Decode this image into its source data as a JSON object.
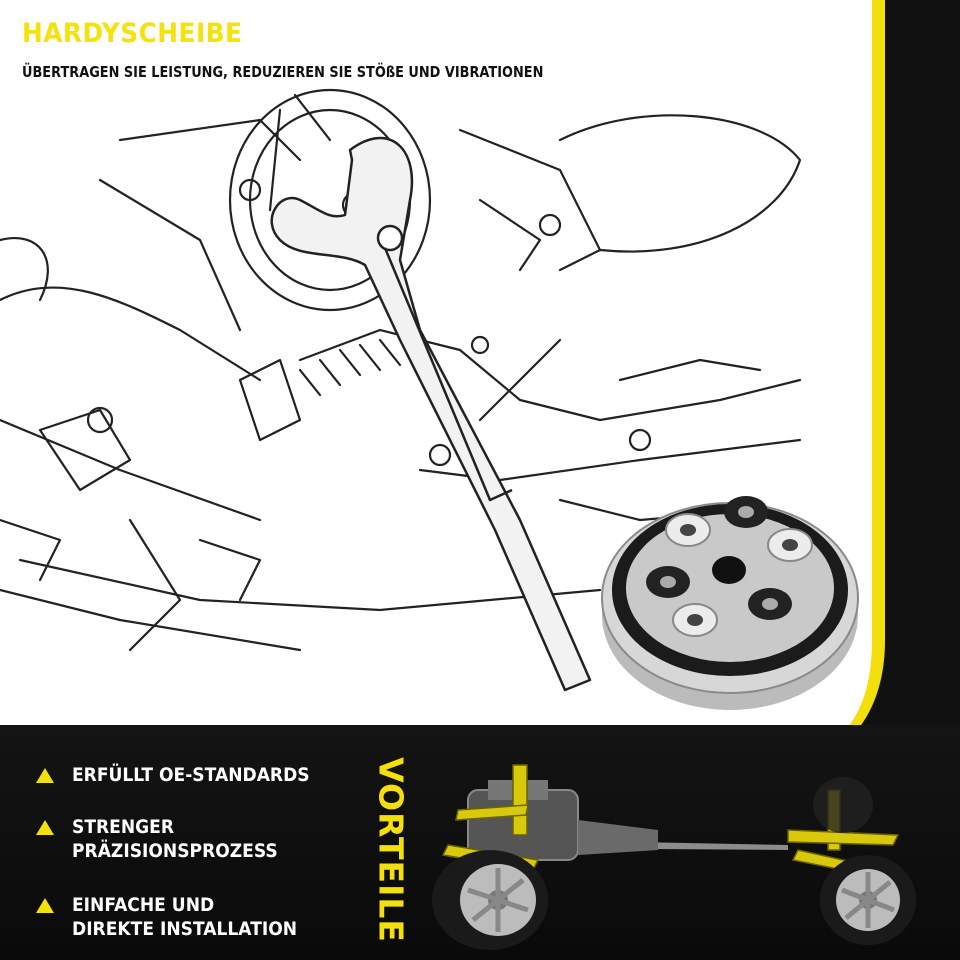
{
  "header": {
    "title": "HARDYSCHEIBE",
    "subtitle": "ÜBERTRAGEN SIE LEISTUNG, REDUZIEREN SIE STÖßE UND VIBRATIONEN"
  },
  "benefits": {
    "heading": "VORTEILE",
    "items": [
      {
        "label": "ERFÜLLT OE-STANDARDS"
      },
      {
        "label": "STRENGER\nPRÄZISIONSPROZESS"
      },
      {
        "label": "EINFACHE UND\nDIREKTE INSTALLATION"
      }
    ]
  },
  "colors": {
    "accent": "#f2df0c",
    "background": "#0d0d0d",
    "panel": "#ffffff"
  },
  "icons": [
    "warning-triangle-icon"
  ]
}
